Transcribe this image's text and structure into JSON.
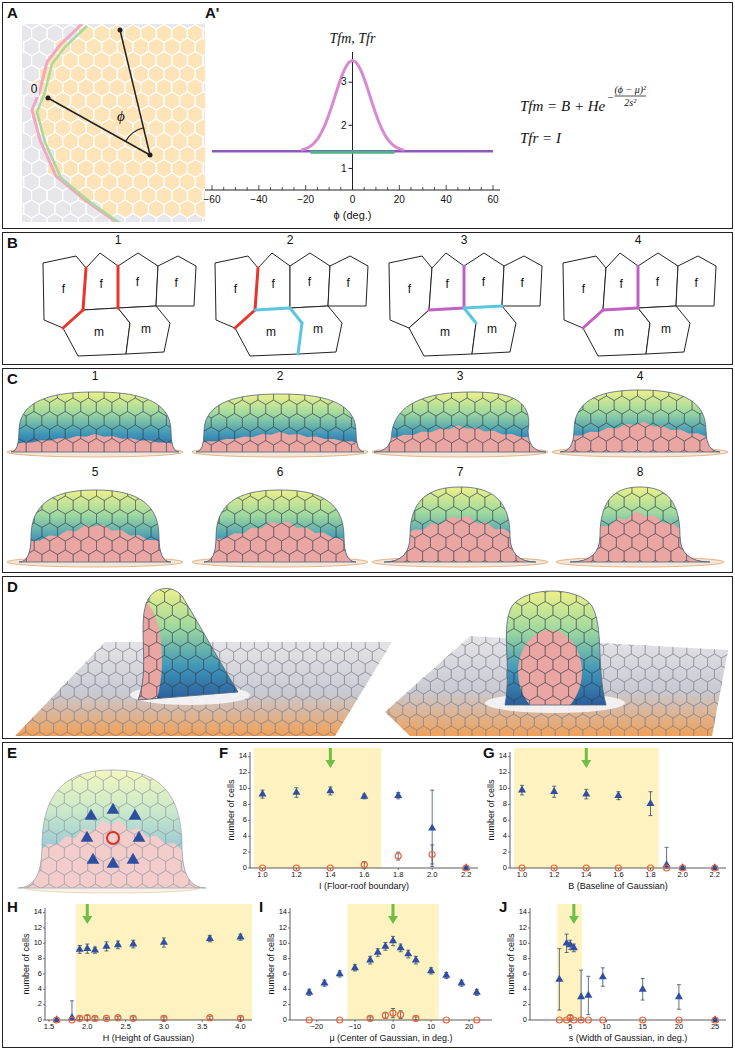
{
  "diagram": {
    "nodes": [
      {
        "text": [
          "A",
          "A'"
        ]
      },
      {
        "text": [
          "B"
        ]
      },
      {
        "text": [
          "C"
        ]
      },
      {
        "text": [
          "D"
        ]
      },
      {
        "text": [
          "E",
          "F",
          "G",
          "H",
          "I",
          "J"
        ]
      }
    ],
    "labels": [
      "0",
      "ϕ",
      "Tfm, Tfr",
      "1",
      "2",
      "3",
      "−60",
      "−40",
      "−20",
      "0",
      "20",
      "40",
      "60",
      "ϕ (deg.)",
      "Tfm = B + He",
      "−",
      "(ϕ − μ)²",
      "2s²",
      "Tfr = I",
      "1",
      "2",
      "3",
      "4",
      "f",
      "f",
      "f",
      "f",
      "m",
      "m",
      "f",
      "f",
      "f",
      "f",
      "m",
      "m",
      "f",
      "f",
      "f",
      "f",
      "m",
      "m",
      "f",
      "f",
      "f",
      "f",
      "m",
      "m",
      "1",
      "2",
      "3",
      "4",
      "5",
      "6",
      "7",
      "8",
      "number of cells",
      "0",
      "2",
      "4",
      "6",
      "8",
      "10",
      "12",
      "14",
      "1.0",
      "1.2",
      "1.4",
      "1.6",
      "1.8",
      "2.0",
      "2.2",
      "I (Floor-roof boundary)",
      "number of cells",
      "0",
      "2",
      "4",
      "6",
      "8",
      "10",
      "12",
      "14",
      "1.0",
      "1.2",
      "1.4",
      "1.6",
      "1.8",
      "2.0",
      "2.2",
      "B (Baseline of Gaussian)",
      "number of cells",
      "0",
      "2",
      "4",
      "6",
      "8",
      "10",
      "12",
      "14",
      "1.5",
      "2.0",
      "2.5",
      "3.0",
      "3.5",
      "4.0",
      "H (Height of Gaussian)",
      "number of cells",
      "0",
      "2",
      "4",
      "6",
      "8",
      "10",
      "12",
      "14",
      "−20",
      "−10",
      "0",
      "10",
      "20",
      "μ (Center of Gaussian, in deg.)",
      "number of cells",
      "0",
      "2",
      "4",
      "6",
      "8",
      "10",
      "12",
      "14",
      "5",
      "10",
      "15",
      "20",
      "25",
      "s (Width of Gaussian, in deg.)"
    ]
  }
}
